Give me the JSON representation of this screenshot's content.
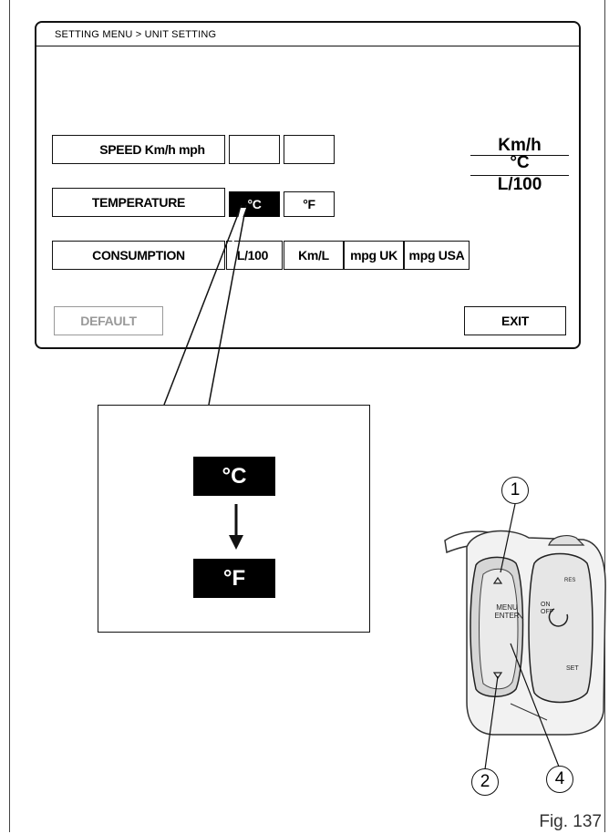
{
  "screen": {
    "breadcrumb": "SETTING MENU > UNIT SETTING",
    "rows": [
      {
        "label": "SPEED Km/h mph",
        "options": [
          "",
          ""
        ]
      },
      {
        "label": "TEMPERATURE",
        "options": [
          "°C",
          "°F"
        ],
        "selected": "°C"
      },
      {
        "label": "CONSUMPTION",
        "options": [
          "L/100",
          "Km/L",
          "mpg UK",
          "mpg USA"
        ]
      }
    ],
    "default_button": "DEFAULT",
    "exit_button": "EXIT",
    "unit_display": {
      "speed": "Km/h",
      "temperature": "°C",
      "consumption": "L/100"
    }
  },
  "zoom": {
    "from": "°C",
    "to": "°F"
  },
  "handlebar": {
    "menu_button": "MENU ENTER",
    "on_off_button": "ON OFF",
    "set_button": "SET",
    "res_button": "RES",
    "callouts": [
      "1",
      "2",
      "4"
    ]
  },
  "figure_label": "Fig. 137"
}
